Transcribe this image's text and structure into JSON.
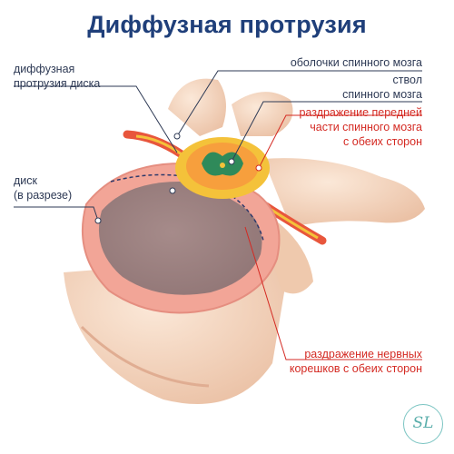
{
  "title": "Диффузная протрузия",
  "labels": {
    "protrusion": [
      "диффузная",
      "протрузия диска"
    ],
    "disc": [
      "диск",
      "(в разрезе)"
    ],
    "membranes": [
      "оболочки спинного мозга"
    ],
    "brainstem": [
      "ствол",
      "спинного мозга"
    ],
    "irritation_front": [
      "раздражение передней",
      "части спинного мозга",
      "с обеих сторон"
    ],
    "irritation_roots": [
      "раздражение нервных",
      "корешков с обеих сторон"
    ]
  },
  "logo": {
    "text": "SL"
  },
  "colors": {
    "title": "#1f3f7a",
    "label": "#2e3a55",
    "red_label": "#d42a23",
    "bone": "#f5d6c0",
    "disc_ring": "#f2a597",
    "nucleus": "#9a7f7f",
    "cord_green": "#2f8a5a",
    "cord_yellow": "#f4c23a"
  }
}
